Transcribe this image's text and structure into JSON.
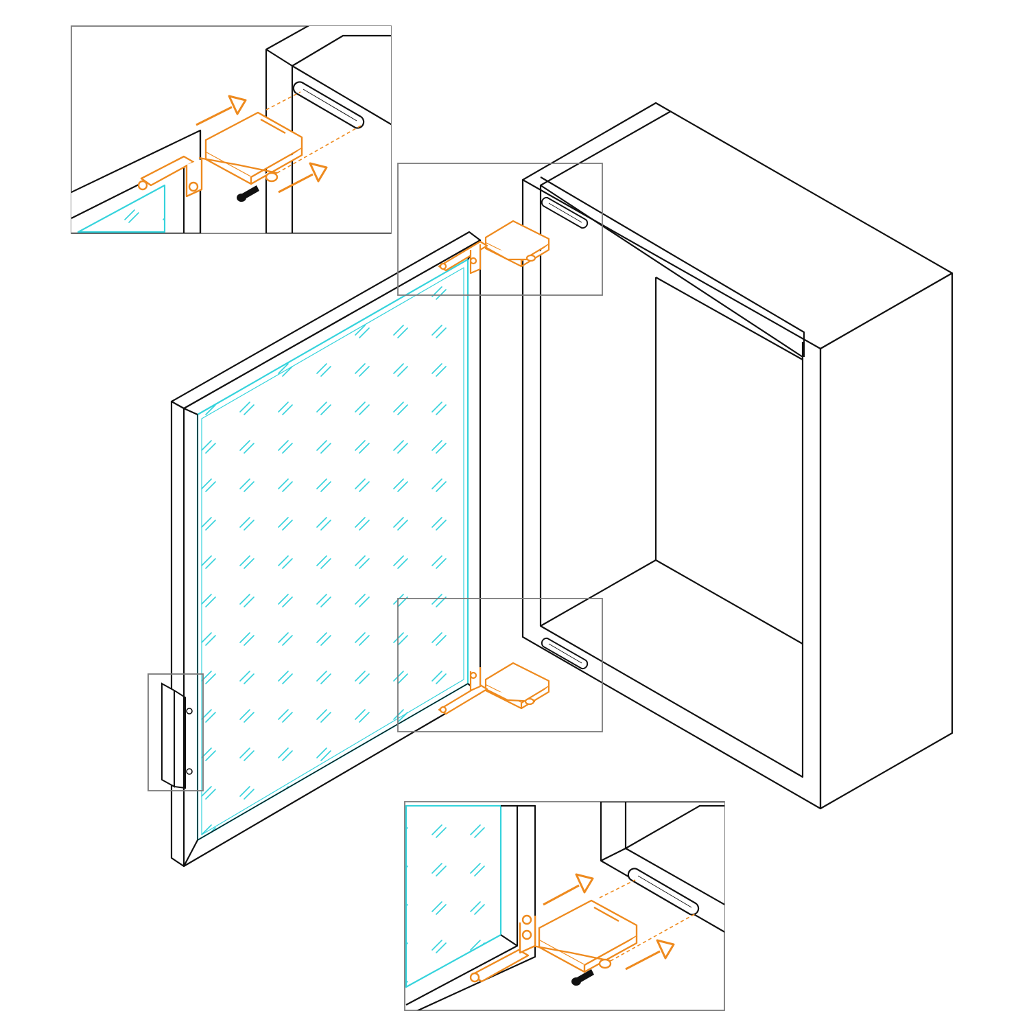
{
  "diagram": {
    "colors": {
      "line": "#111111",
      "hinge": "#ee8a1e",
      "glass": "#35d3dc",
      "frame_box": "#7a7a7a",
      "background": "#ffffff"
    },
    "parts": [
      {
        "id": "cabinet-carcass"
      },
      {
        "id": "glass-door"
      },
      {
        "id": "top-hinge"
      },
      {
        "id": "bottom-hinge"
      },
      {
        "id": "door-handle"
      },
      {
        "id": "detail-top-left"
      },
      {
        "id": "detail-bottom"
      }
    ],
    "icons": [
      "arrow-icon",
      "screw-icon",
      "hinge-icon",
      "mounting-slot-icon"
    ]
  }
}
